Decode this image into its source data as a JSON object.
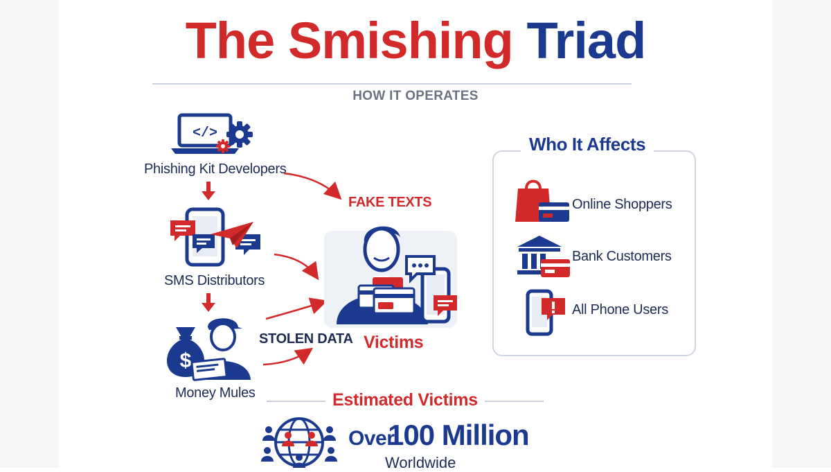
{
  "title": {
    "part1": "The Smishing",
    "part2": "Triad"
  },
  "subtitle": "HOW IT OPERATES",
  "flow": {
    "developers": "Phishing Kit Developers",
    "distributors": "SMS Distributors",
    "mules": "Money Mules",
    "fake_texts": "FAKE TEXTS",
    "stolen_data": "STOLEN DATA",
    "victims": "Victims"
  },
  "affects": {
    "title": "Who It Affects",
    "items": [
      "Online Shoppers",
      "Bank Customers",
      "All Phone Users"
    ]
  },
  "estimate": {
    "heading": "Estimated Victims",
    "prefix": "Over",
    "value": "100 Million",
    "suffix": "Worldwide"
  },
  "colors": {
    "red": "#d22a2a",
    "blue": "#1b3a8f",
    "gray": "#6d7282"
  },
  "icons": [
    "laptop-code-icon",
    "gear-icon",
    "phone-messages-icon",
    "paper-plane-icon",
    "money-bag-icon",
    "courier-person-icon",
    "victim-person-icon",
    "shopping-bag-icon",
    "bank-icon",
    "phone-alert-icon",
    "globe-people-icon"
  ]
}
